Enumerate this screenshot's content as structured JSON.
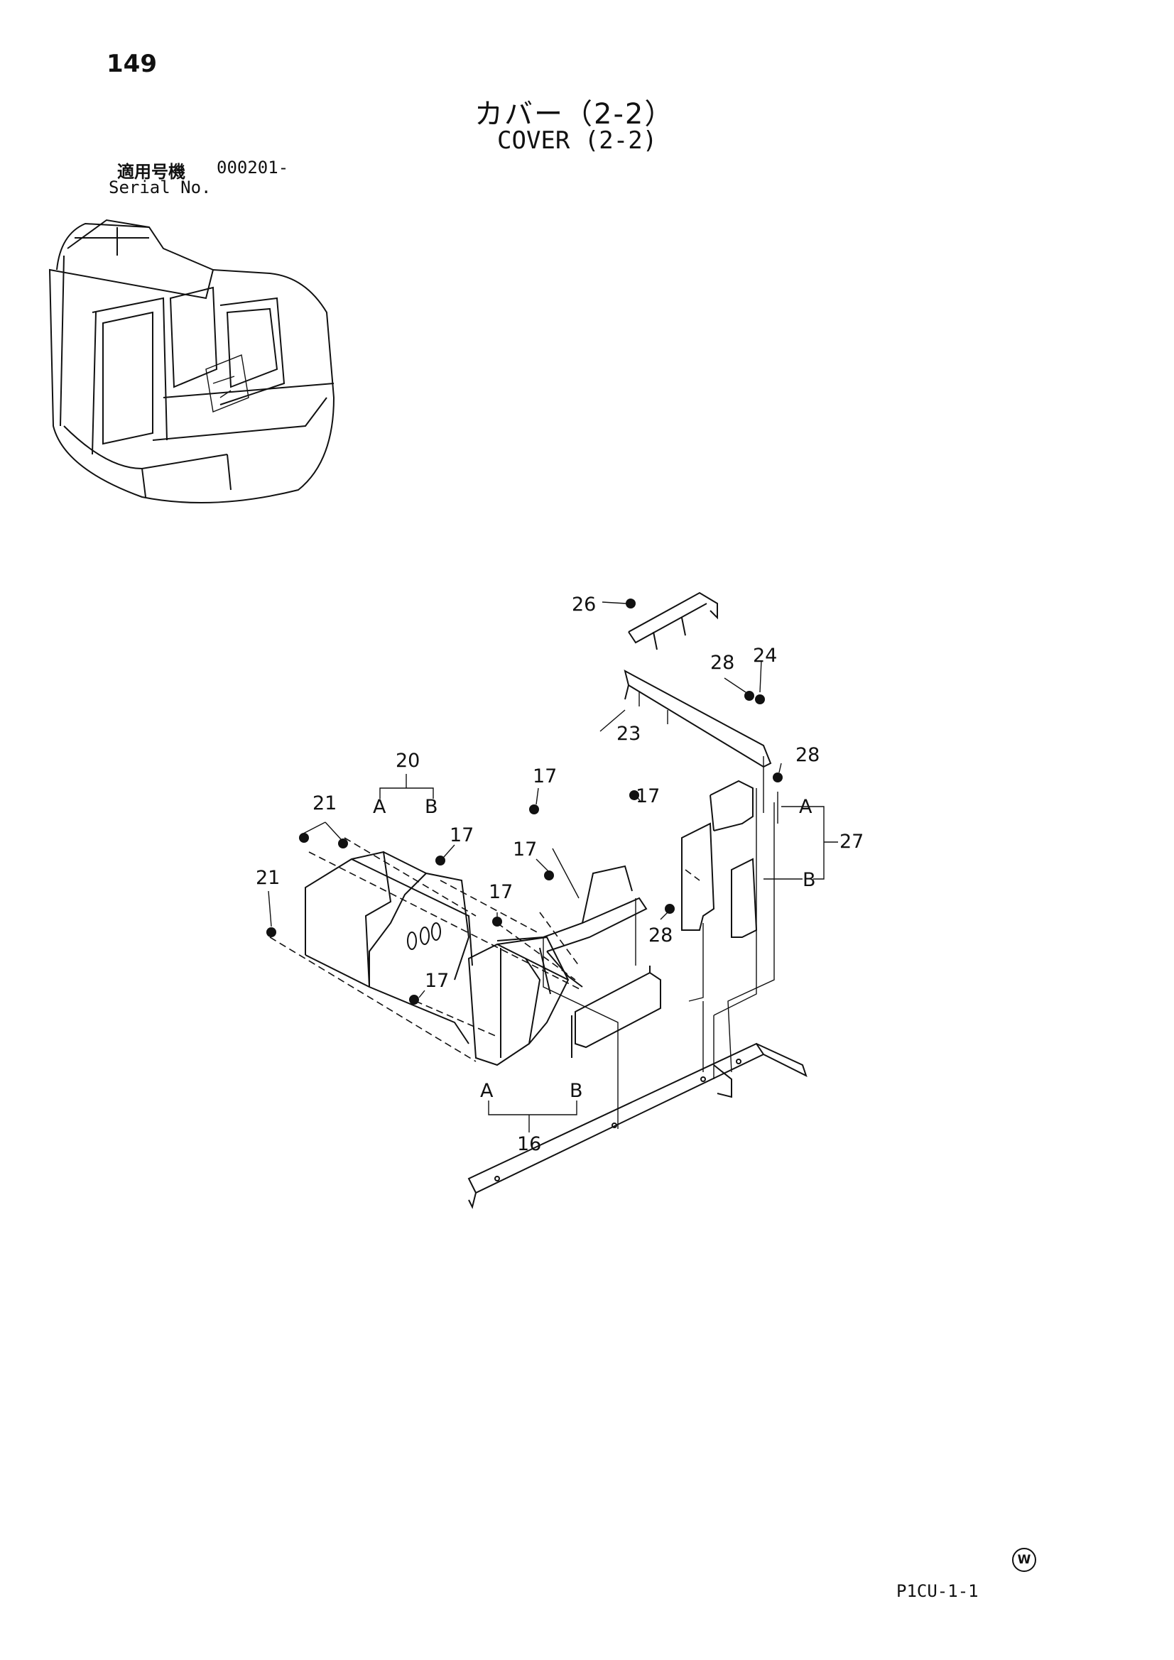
{
  "page": {
    "number": "149",
    "title_jp": "カバー（2-2）",
    "title_en": "COVER (2-2)",
    "serial_label_jp": "適用号機",
    "serial_code": "000201-",
    "serial_label_en": "Serial No.",
    "footer_code": "P1CU-1-1",
    "mark": "W"
  },
  "callouts": {
    "p16": "16",
    "p17a": "17",
    "p17b": "17",
    "p17c": "17",
    "p17d": "17",
    "p17e": "17",
    "p17f": "17",
    "p20": "20",
    "p21a": "21",
    "p21b": "21",
    "p23": "23",
    "p24": "24",
    "p26": "26",
    "p27": "27",
    "p28a": "28",
    "p28b": "28",
    "p28c": "28",
    "a20": "A",
    "b20": "B",
    "a16": "A",
    "b16": "B",
    "a27": "A",
    "b27": "B"
  },
  "icons": [
    "excavator-cab-thumbnail",
    "bolt-icon",
    "circled-w-mark"
  ]
}
